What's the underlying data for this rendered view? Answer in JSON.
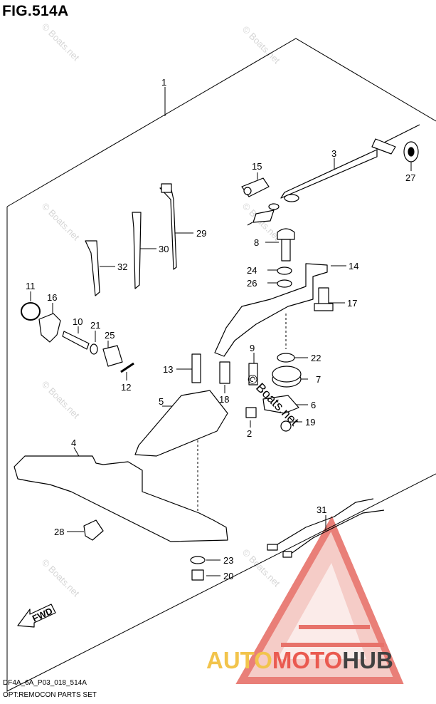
{
  "figure": {
    "title": "FIG.514A",
    "code": "DF4A_6A_P03_018_514A",
    "caption": "OPT:REMOCON PARTS SET"
  },
  "callouts": [
    "1",
    "2",
    "3",
    "4",
    "5",
    "6",
    "7",
    "8",
    "9",
    "10",
    "11",
    "12",
    "13",
    "14",
    "15",
    "16",
    "17",
    "18",
    "19",
    "20",
    "21",
    "22",
    "23",
    "24",
    "25",
    "26",
    "27",
    "28",
    "29",
    "30",
    "31",
    "32"
  ],
  "fwd_label": "FWD",
  "watermark": {
    "text": "© Boats.net",
    "overlay_text": "© Boats.net"
  },
  "brand": {
    "part1": "AUTO",
    "part2": "MOTO",
    "part3": "HUB",
    "color_auto": "#f2c44c",
    "color_moto": "#ea5a50",
    "color_hub": "#414141"
  }
}
